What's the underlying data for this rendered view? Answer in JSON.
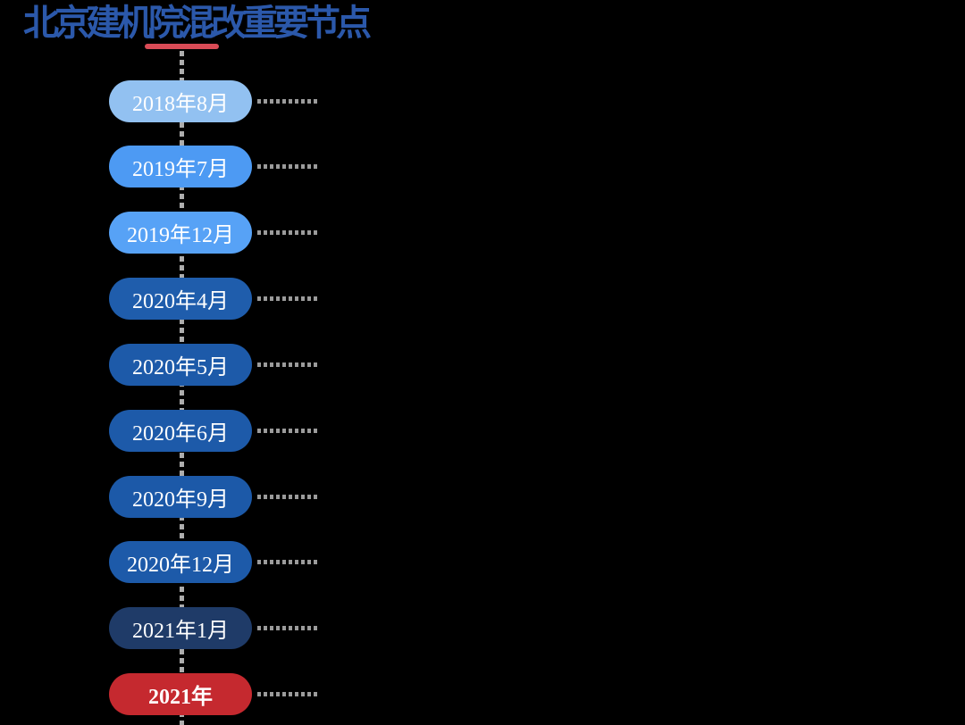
{
  "background": "#000000",
  "title": {
    "text": "北京建机院混改重要节点",
    "color": "#2b58aa",
    "underline_color": "#d94b56"
  },
  "timeline": {
    "axis_color": "#adadad",
    "connector_color": "#9b9b9b",
    "pill_text_color": "#ffffff",
    "items": [
      {
        "label": "2018年8月",
        "color": "#92c1f1",
        "bold": false
      },
      {
        "label": "2019年7月",
        "color": "#4d9af3",
        "bold": false
      },
      {
        "label": "2019年12月",
        "color": "#57a2f6",
        "bold": false
      },
      {
        "label": "2020年4月",
        "color": "#1f5dac",
        "bold": false
      },
      {
        "label": "2020年5月",
        "color": "#1d5aa9",
        "bold": false
      },
      {
        "label": "2020年6月",
        "color": "#1d5aa9",
        "bold": false
      },
      {
        "label": "2020年9月",
        "color": "#1c59a8",
        "bold": false
      },
      {
        "label": "2020年12月",
        "color": "#1d5aa9",
        "bold": false
      },
      {
        "label": "2021年1月",
        "color": "#1f3b68",
        "bold": false
      },
      {
        "label": "2021年",
        "color": "#c5292f",
        "bold": true
      }
    ]
  }
}
